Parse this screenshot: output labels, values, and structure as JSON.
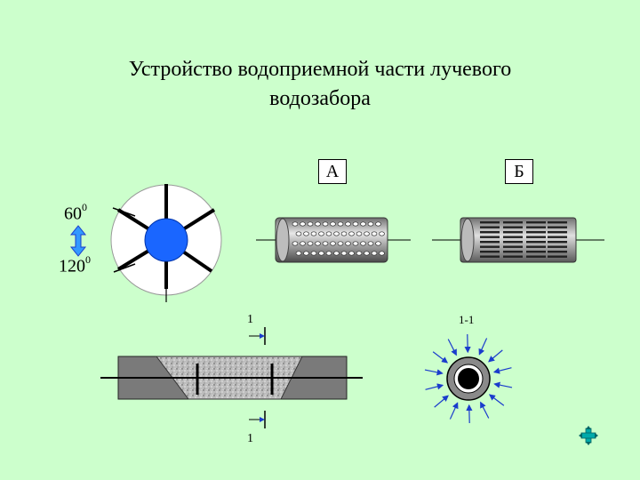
{
  "title": {
    "line1": "Устройство водоприемной части лучевого",
    "line2": "водозабора"
  },
  "labels": {
    "a": "А",
    "b": "Б",
    "angle_60": "60",
    "angle_120": "120",
    "angle_sup": "0",
    "section_top": "1",
    "section_bottom": "1",
    "section_view": "1-1"
  },
  "colors": {
    "background": "#ccffcc",
    "well_center": "#1a66ff",
    "arrow": "#1a3ccc",
    "nav_icon": "#009999"
  },
  "icons": {
    "nav": "move-arrows-icon"
  }
}
